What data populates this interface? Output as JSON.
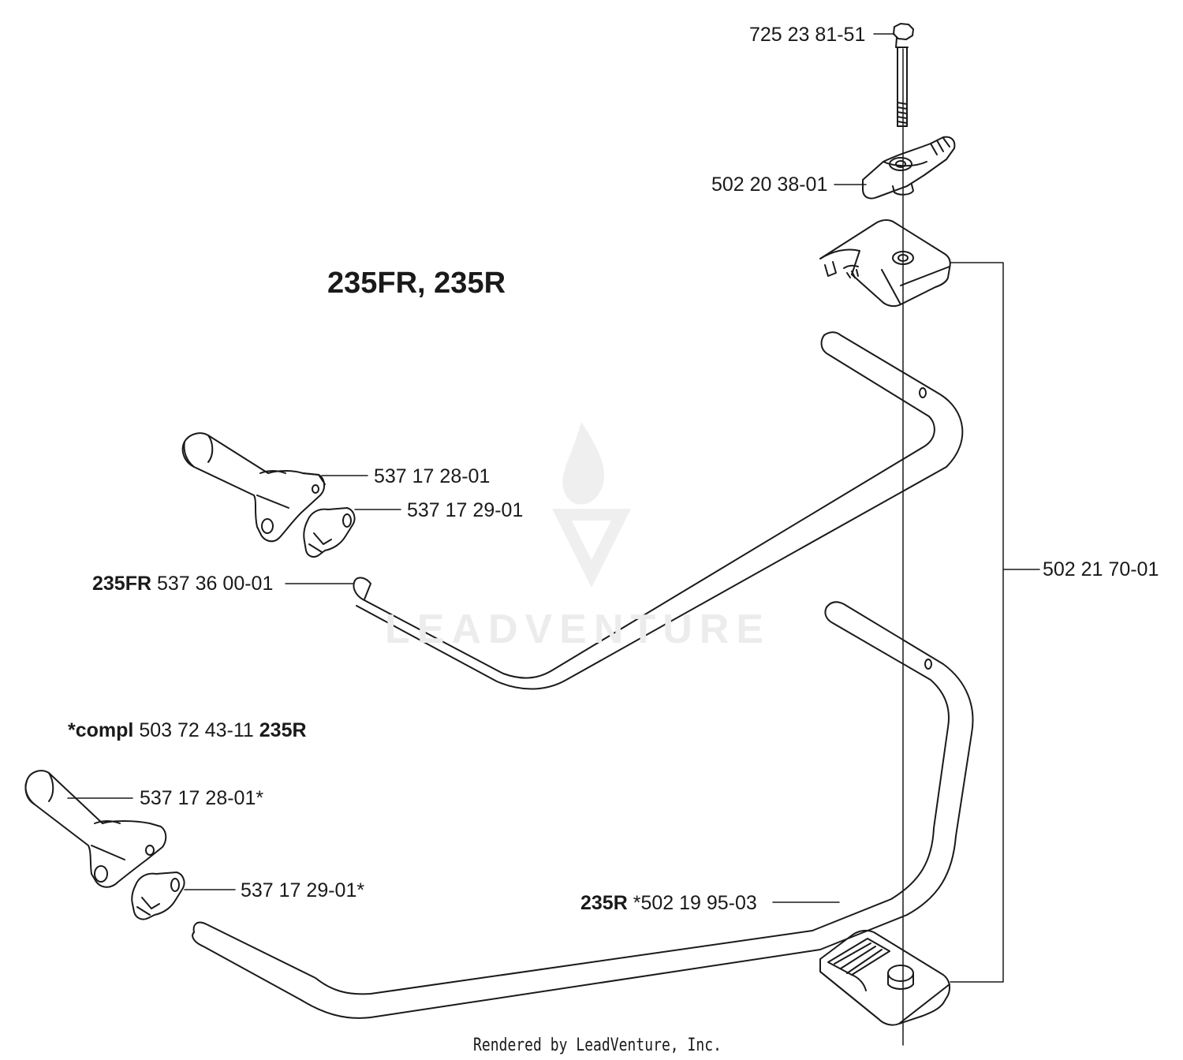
{
  "title": "235FR, 235R",
  "labels": {
    "bolt": "725 23 81-51",
    "wing_knob": "502 20 38-01",
    "clamp_kit": "502 21 70-01",
    "handle_upper": "537 17 28-01",
    "holder_upper": "537 17 29-01",
    "bar_235fr_model": "235FR",
    "bar_235fr_part": "537 36 00-01",
    "compl_prefix": "*compl",
    "compl_part": "503 72 43-11",
    "compl_model": "235R",
    "handle_lower": "537 17 28-01*",
    "holder_lower": "537 17 29-01*",
    "bar_235r_model": "235R",
    "bar_235r_part": "*502 19 95-03"
  },
  "watermark": "LEADVENTURE",
  "footer": "Rendered by LeadVenture, Inc."
}
